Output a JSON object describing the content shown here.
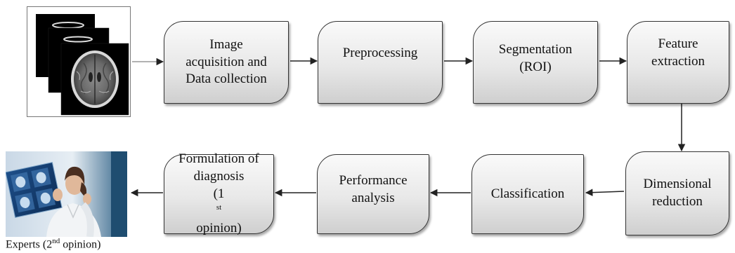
{
  "steps": {
    "acquisition": {
      "line1": "Image",
      "line2": "acquisition and",
      "line3": "Data collection"
    },
    "preprocessing": {
      "line1": "Preprocessing"
    },
    "segmentation": {
      "line1": "Segmentation",
      "line2": "(ROI)"
    },
    "feature_extraction": {
      "line1": "Feature",
      "line2": "extraction"
    },
    "dimensional_reduction": {
      "line1": "Dimensional",
      "line2": "reduction"
    },
    "classification": {
      "line1": "Classification"
    },
    "performance": {
      "line1": "Performance",
      "line2": "analysis"
    },
    "diagnosis": {
      "line1": "Formulation of",
      "line2": "diagnosis",
      "line3_pre": "(1",
      "line3_sup": "st",
      "line3_post": " opinion)"
    }
  },
  "experts": {
    "pre": "Experts (2",
    "sup": "nd",
    "post": " opinion)"
  },
  "colors": {
    "box_border": "#333333",
    "arrow": "#222222",
    "box_fill_top": "#fafafa",
    "box_fill_bottom": "#cfcfcf"
  }
}
